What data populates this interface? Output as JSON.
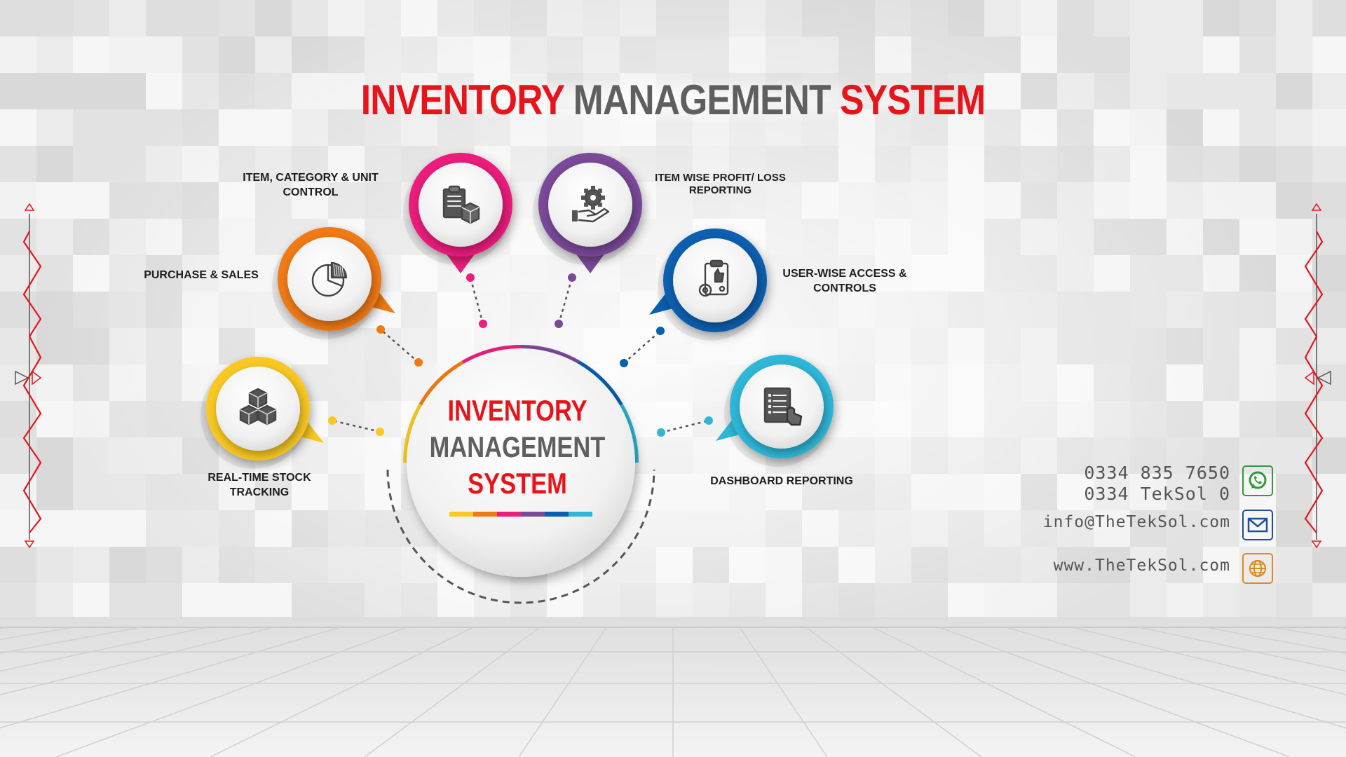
{
  "title": {
    "part1": "INVENTORY",
    "part2": "MANAGEMENT",
    "part3": "SYSTEM"
  },
  "hub": {
    "line1": "INVENTORY",
    "line2": "MANAGEMENT",
    "line3": "SYSTEM"
  },
  "features": [
    {
      "lines": [
        "REAL-TIME STOCK",
        "TRACKING"
      ],
      "color": "#f9c921",
      "icon": "boxes-icon"
    },
    {
      "lines": [
        "PURCHASE & SALES"
      ],
      "color": "#f07a12",
      "icon": "pie-chart-icon"
    },
    {
      "lines": [
        "ITEM, CATEGORY & UNIT",
        "CONTROL"
      ],
      "color": "#ec1e7b",
      "icon": "clipboard-box-icon"
    },
    {
      "lines": [
        "ITEM WISE PROFIT/ LOSS",
        "REPORTING"
      ],
      "color": "#7a4a99",
      "icon": "hand-gear-icon"
    },
    {
      "lines": [
        "USER-WISE ACCESS &",
        "CONTROLS"
      ],
      "color": "#0a5fb0",
      "icon": "checklist-gear-icon"
    },
    {
      "lines": [
        "DASHBOARD REPORTING"
      ],
      "color": "#2fb7d8",
      "icon": "report-pointer-icon"
    }
  ],
  "contact": {
    "phone1": "0334 835 7650",
    "phone2": "0334 TekSol 0",
    "email": "info@TheTekSol.com",
    "web": "www.TheTekSol.com",
    "whatsapp_icon": "whatsapp-icon",
    "mail_icon": "mail-icon",
    "globe_icon": "globe-icon",
    "whatsapp_color": "#2f9a3c",
    "mail_color": "#1d4fa0",
    "globe_color": "#e08a1c"
  },
  "accent_red": "#e8141b",
  "text_grey": "#5f5f5f"
}
